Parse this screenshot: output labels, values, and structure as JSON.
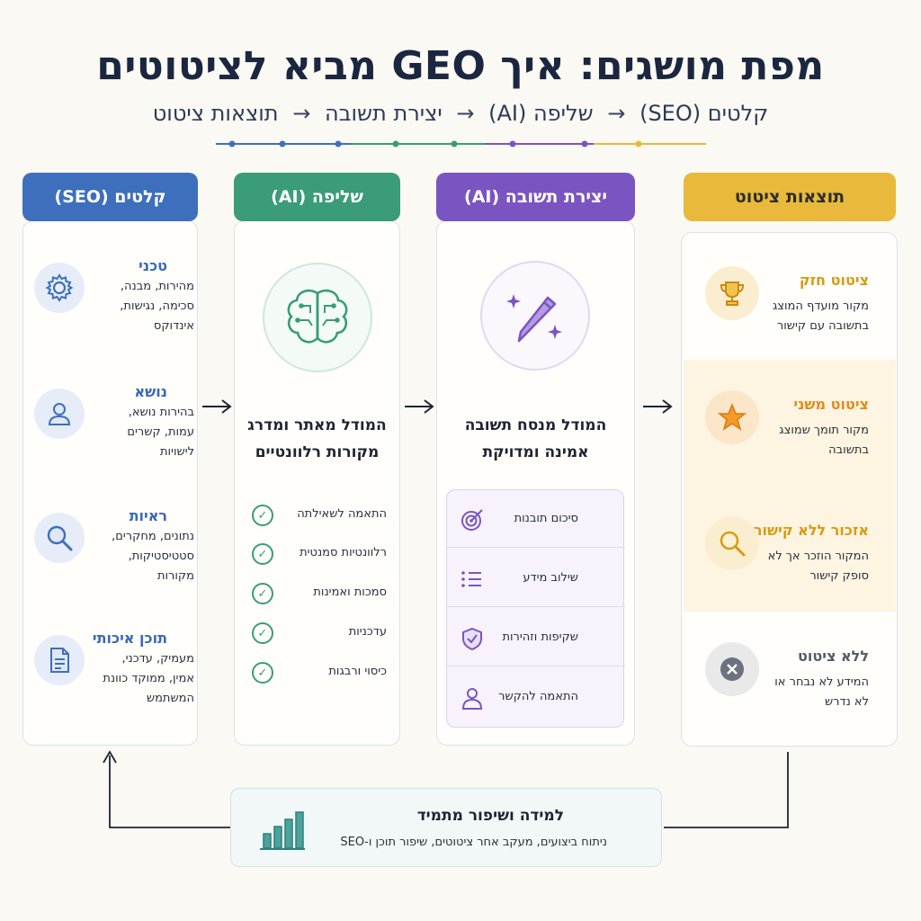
{
  "title": "מפת מושגים: איך GEO מביא לציטוטים",
  "subtitle": {
    "parts": [
      "קלטים (SEO)",
      "שליפה (AI)",
      "יצירת תשובה",
      "תוצאות ציטוט"
    ],
    "arrow": "→"
  },
  "columns": {
    "inputs": {
      "header": "קלטים (SEO)",
      "items": [
        {
          "title": "טכני",
          "desc": "מהירות, מבנה, סכימה, נגישות, אינדוקס",
          "icon": "gear-icon"
        },
        {
          "title": "נושא",
          "desc": "בהירות נושא, עמות, קשרים לישויות",
          "icon": "person-icon"
        },
        {
          "title": "ראיות",
          "desc": "נתונים, מחקרים, סטטיסטיקות, מקורות",
          "icon": "magnifier-icon"
        },
        {
          "title": "תוכן איכותי",
          "desc": "מעמיק, עדכני, אמין, ממוקד כוונת המשתמש",
          "icon": "document-icon"
        }
      ]
    },
    "retrieval": {
      "header": "שליפה (AI)",
      "main_text_1": "המודל מאתר ומדרג",
      "main_text_2": "מקורות רלוונטיים",
      "icon": "brain-icon",
      "checks": [
        "התאמה לשאילתה",
        "רלוונטיות סמנטית",
        "סמכות ואמינות",
        "עדכניות",
        "כיסוי ורבגות"
      ]
    },
    "generation": {
      "header": "יצירת תשובה (AI)",
      "main_text_1": "המודל מנסח תשובה",
      "main_text_2": "אמינה ומדויקת",
      "icon": "magic-pen-icon",
      "items": [
        {
          "label": "סיכום תובנות",
          "icon": "target-icon"
        },
        {
          "label": "שילוב מידע",
          "icon": "list-icon"
        },
        {
          "label": "שקיפות וזהירות",
          "icon": "shield-icon"
        },
        {
          "label": "התאמה להקשר",
          "icon": "user-icon"
        }
      ]
    },
    "results": {
      "header": "תוצאות ציטוט",
      "items": [
        {
          "title": "ציטוט חזק",
          "desc": "מקור מועדף המוצג בתשובה עם קישור",
          "icon": "trophy-icon",
          "color": "#d99a12"
        },
        {
          "title": "ציטוט משני",
          "desc": "מקור תומך שמוצג בתשובה",
          "icon": "star-icon",
          "color": "#e58a1a"
        },
        {
          "title": "אזכור ללא קישור",
          "desc": "המקור הוזכר אך לא סופק קישור",
          "icon": "magnifier-icon",
          "color": "#d99a12"
        },
        {
          "title": "ללא ציטוט",
          "desc": "המידע לא נבחר או לא נדרש",
          "icon": "x-icon",
          "color": "#555b66"
        }
      ]
    }
  },
  "feedback": {
    "title": "למידה ושיפור מתמיד",
    "desc": "ניתוח ביצועים, מעקב אחר ציטוטים, שיפור תוכן ו-SEO",
    "icon": "bar-chart-icon"
  },
  "colors": {
    "blue": "#3e6fbd",
    "green": "#3a9c78",
    "purple": "#7a55c1",
    "yellow": "#e8b93a"
  }
}
